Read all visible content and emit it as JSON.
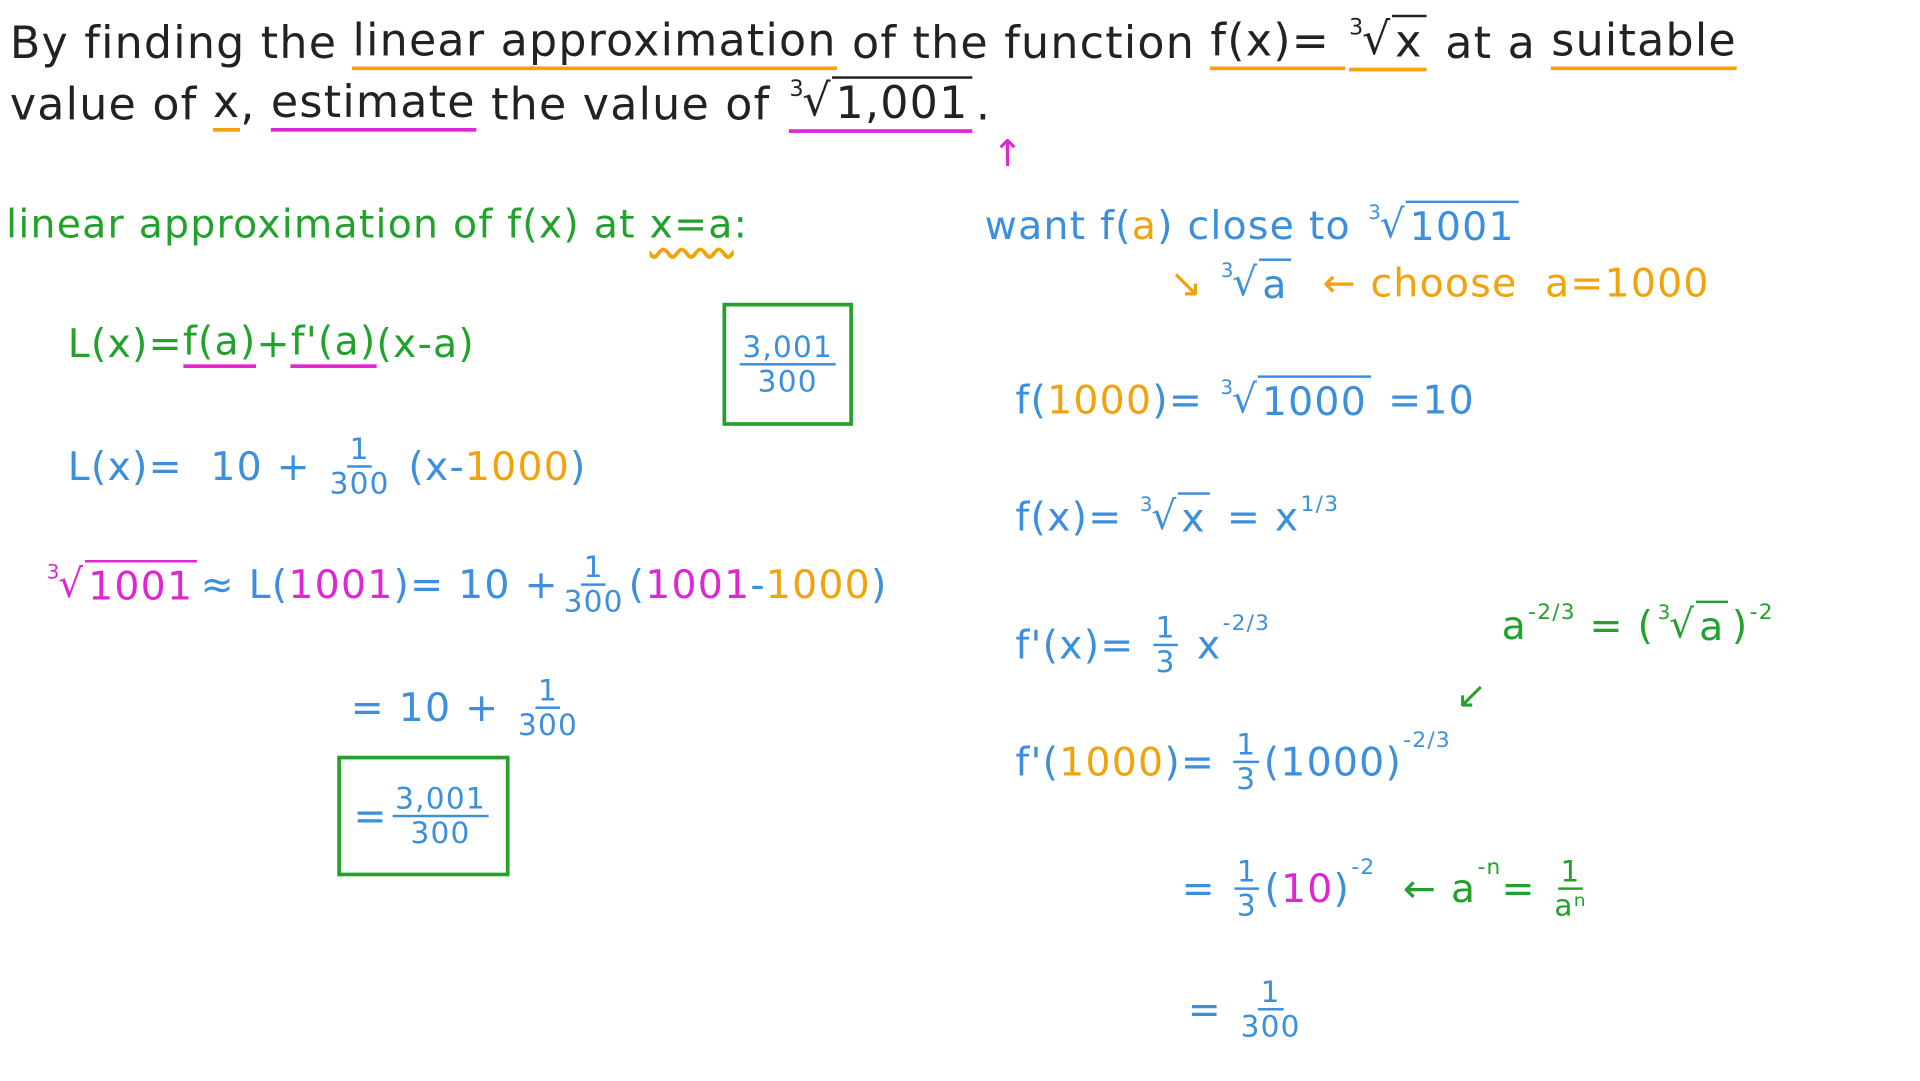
{
  "colors": {
    "black": "#222222",
    "green": "#22a22c",
    "blue": "#3b8fdc",
    "orange": "#f2a20a",
    "magenta": "#e025d5"
  },
  "lines": {
    "header1": [
      {
        "t": "By finding the "
      },
      {
        "t": "linear approximation",
        "u": "orange"
      },
      {
        "t": " of the function "
      },
      {
        "t": "f(x)= ",
        "u": "orange"
      },
      {
        "root": "x",
        "idx": "3",
        "u": "orange"
      },
      {
        "t": " at a "
      },
      {
        "t": "suitable",
        "u": "orange"
      }
    ],
    "header2": [
      {
        "t": "value of "
      },
      {
        "t": "x",
        "u": "orange"
      },
      {
        "t": ", "
      },
      {
        "t": "estimate",
        "u": "magenta"
      },
      {
        "t": " the value of "
      },
      {
        "root": "1,001",
        "idx": "3",
        "u": "magenta"
      },
      {
        "t": "."
      }
    ],
    "def": [
      {
        "t": "linear approximation of f(x) at ",
        "c": "green"
      },
      {
        "t": "x=a",
        "c": "green",
        "u": "wavy"
      },
      {
        "t": ":",
        "c": "green"
      }
    ],
    "want": [
      {
        "t": "want f(",
        "c": "blue"
      },
      {
        "t": "a",
        "c": "orange"
      },
      {
        "t": ") close to ",
        "c": "blue"
      },
      {
        "root": "1001",
        "idx": "3",
        "c": "blue"
      }
    ],
    "choose": [
      {
        "t": "↘ ",
        "c": "orange"
      },
      {
        "root": "a",
        "idx": "3",
        "c": "blue"
      },
      {
        "t": "  ← choose  a=1000",
        "c": "orange"
      }
    ],
    "L1": [
      {
        "t": "L(x)=",
        "c": "green"
      },
      {
        "t": "f(a)",
        "c": "green",
        "u": "magenta"
      },
      {
        "t": "+",
        "c": "green"
      },
      {
        "t": "f'(a)",
        "c": "green",
        "u": "magenta"
      },
      {
        "t": "(x-a)",
        "c": "green"
      }
    ],
    "L2": [
      {
        "t": "L(x)=  10 + ",
        "c": "blue"
      },
      {
        "frac": [
          "1",
          "300"
        ],
        "c": "blue"
      },
      {
        "t": " (x-",
        "c": "blue"
      },
      {
        "t": "1000",
        "c": "orange"
      },
      {
        "t": ")",
        "c": "blue"
      }
    ],
    "L3": [
      {
        "root": "1001",
        "idx": "3",
        "c": "magenta"
      },
      {
        "t": "≈ L(",
        "c": "blue"
      },
      {
        "t": "1001",
        "c": "magenta"
      },
      {
        "t": ")= 10 +",
        "c": "blue"
      },
      {
        "frac": [
          "1",
          "300"
        ],
        "c": "blue"
      },
      {
        "t": "(",
        "c": "blue"
      },
      {
        "t": "1001",
        "c": "magenta"
      },
      {
        "t": "-",
        "c": "blue"
      },
      {
        "t": "1000",
        "c": "orange"
      },
      {
        "t": ")",
        "c": "blue"
      }
    ],
    "L4": [
      {
        "t": "= 10 + ",
        "c": "blue"
      },
      {
        "frac": [
          "1",
          "300"
        ],
        "c": "blue"
      }
    ],
    "box1": [
      {
        "frac": [
          "3,001",
          "300"
        ],
        "c": "blue"
      }
    ],
    "box2": [
      {
        "t": "=",
        "c": "blue"
      },
      {
        "frac": [
          "3,001",
          "300"
        ],
        "c": "blue"
      }
    ],
    "R3": [
      {
        "t": "f(",
        "c": "blue"
      },
      {
        "t": "1000",
        "c": "orange"
      },
      {
        "t": ")= ",
        "c": "blue"
      },
      {
        "root": "1000",
        "idx": "3",
        "c": "blue"
      },
      {
        "t": " =10",
        "c": "blue"
      }
    ],
    "R4": [
      {
        "t": "f(x)= ",
        "c": "blue"
      },
      {
        "root": "x",
        "idx": "3",
        "c": "blue"
      },
      {
        "t": " = x",
        "c": "blue"
      },
      {
        "sup": "1/3",
        "c": "blue"
      }
    ],
    "R5": [
      {
        "t": "f'(x)= ",
        "c": "blue"
      },
      {
        "frac": [
          "1",
          "3"
        ],
        "c": "blue"
      },
      {
        "t": " x",
        "c": "blue"
      },
      {
        "sup": "-2/3",
        "c": "blue"
      }
    ],
    "R6": [
      {
        "t": "a",
        "c": "green"
      },
      {
        "sup": "-2/3",
        "c": "green"
      },
      {
        "t": " = (",
        "c": "green"
      },
      {
        "root": "a",
        "idx": "3",
        "c": "green"
      },
      {
        "t": ")",
        "c": "green"
      },
      {
        "sup": "-2",
        "c": "green"
      }
    ],
    "R7": [
      {
        "t": "f'(",
        "c": "blue"
      },
      {
        "t": "1000",
        "c": "orange"
      },
      {
        "t": ")= ",
        "c": "blue"
      },
      {
        "frac": [
          "1",
          "3"
        ],
        "c": "blue"
      },
      {
        "t": "(1000)",
        "c": "blue"
      },
      {
        "sup": "-2/3",
        "c": "blue"
      }
    ],
    "R8": [
      {
        "t": "= ",
        "c": "blue"
      },
      {
        "frac": [
          "1",
          "3"
        ],
        "c": "blue"
      },
      {
        "t": "(",
        "c": "blue"
      },
      {
        "t": "10",
        "c": "magenta"
      },
      {
        "t": ")",
        "c": "blue"
      },
      {
        "sup": "-2",
        "c": "blue"
      },
      {
        "t": "  ← a",
        "c": "green"
      },
      {
        "sup": "-n",
        "c": "green"
      },
      {
        "t": "= ",
        "c": "green"
      },
      {
        "frac": [
          "1",
          "aⁿ"
        ],
        "c": "green"
      }
    ],
    "R9": [
      {
        "t": "= ",
        "c": "blue"
      },
      {
        "frac": [
          "1",
          "300"
        ],
        "c": "blue"
      }
    ]
  },
  "arrows": {
    "up": "↑",
    "down_left": "↙"
  }
}
